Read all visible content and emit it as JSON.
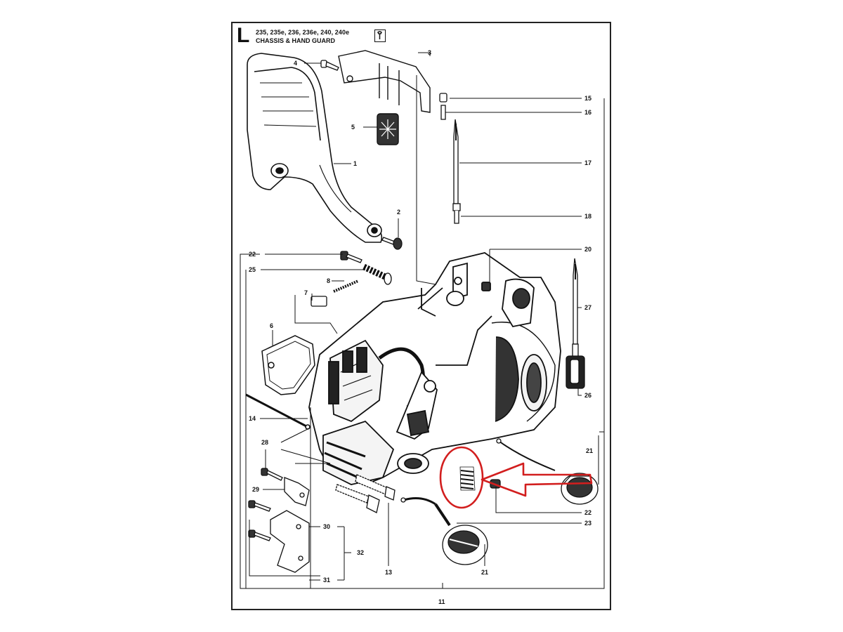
{
  "header": {
    "section_letter": "L",
    "models": "235, 235e, 236, 236e, 240, 240e",
    "title": "CHASSIS & HAND GUARD"
  },
  "icons": {
    "tool": "wrench-tool-icon",
    "highlight": "red-circle-arrow-highlight"
  },
  "colors": {
    "highlight": "#d21e1e",
    "line": "#111111"
  },
  "callouts": {
    "c1": "1",
    "c2": "2",
    "c3": "3",
    "c4": "4",
    "c5": "5",
    "c6": "6",
    "c7": "7",
    "c8": "8",
    "c11": "11",
    "c13": "13",
    "c14": "14",
    "c15": "15",
    "c16": "16",
    "c17": "17",
    "c18": "18",
    "c20": "20",
    "c21a": "21",
    "c21b": "21",
    "c22a": "22",
    "c22b": "22",
    "c23": "23",
    "c25": "25",
    "c26": "26",
    "c27": "27",
    "c28": "28",
    "c29": "29",
    "c30": "30",
    "c31": "31",
    "c32": "32"
  }
}
